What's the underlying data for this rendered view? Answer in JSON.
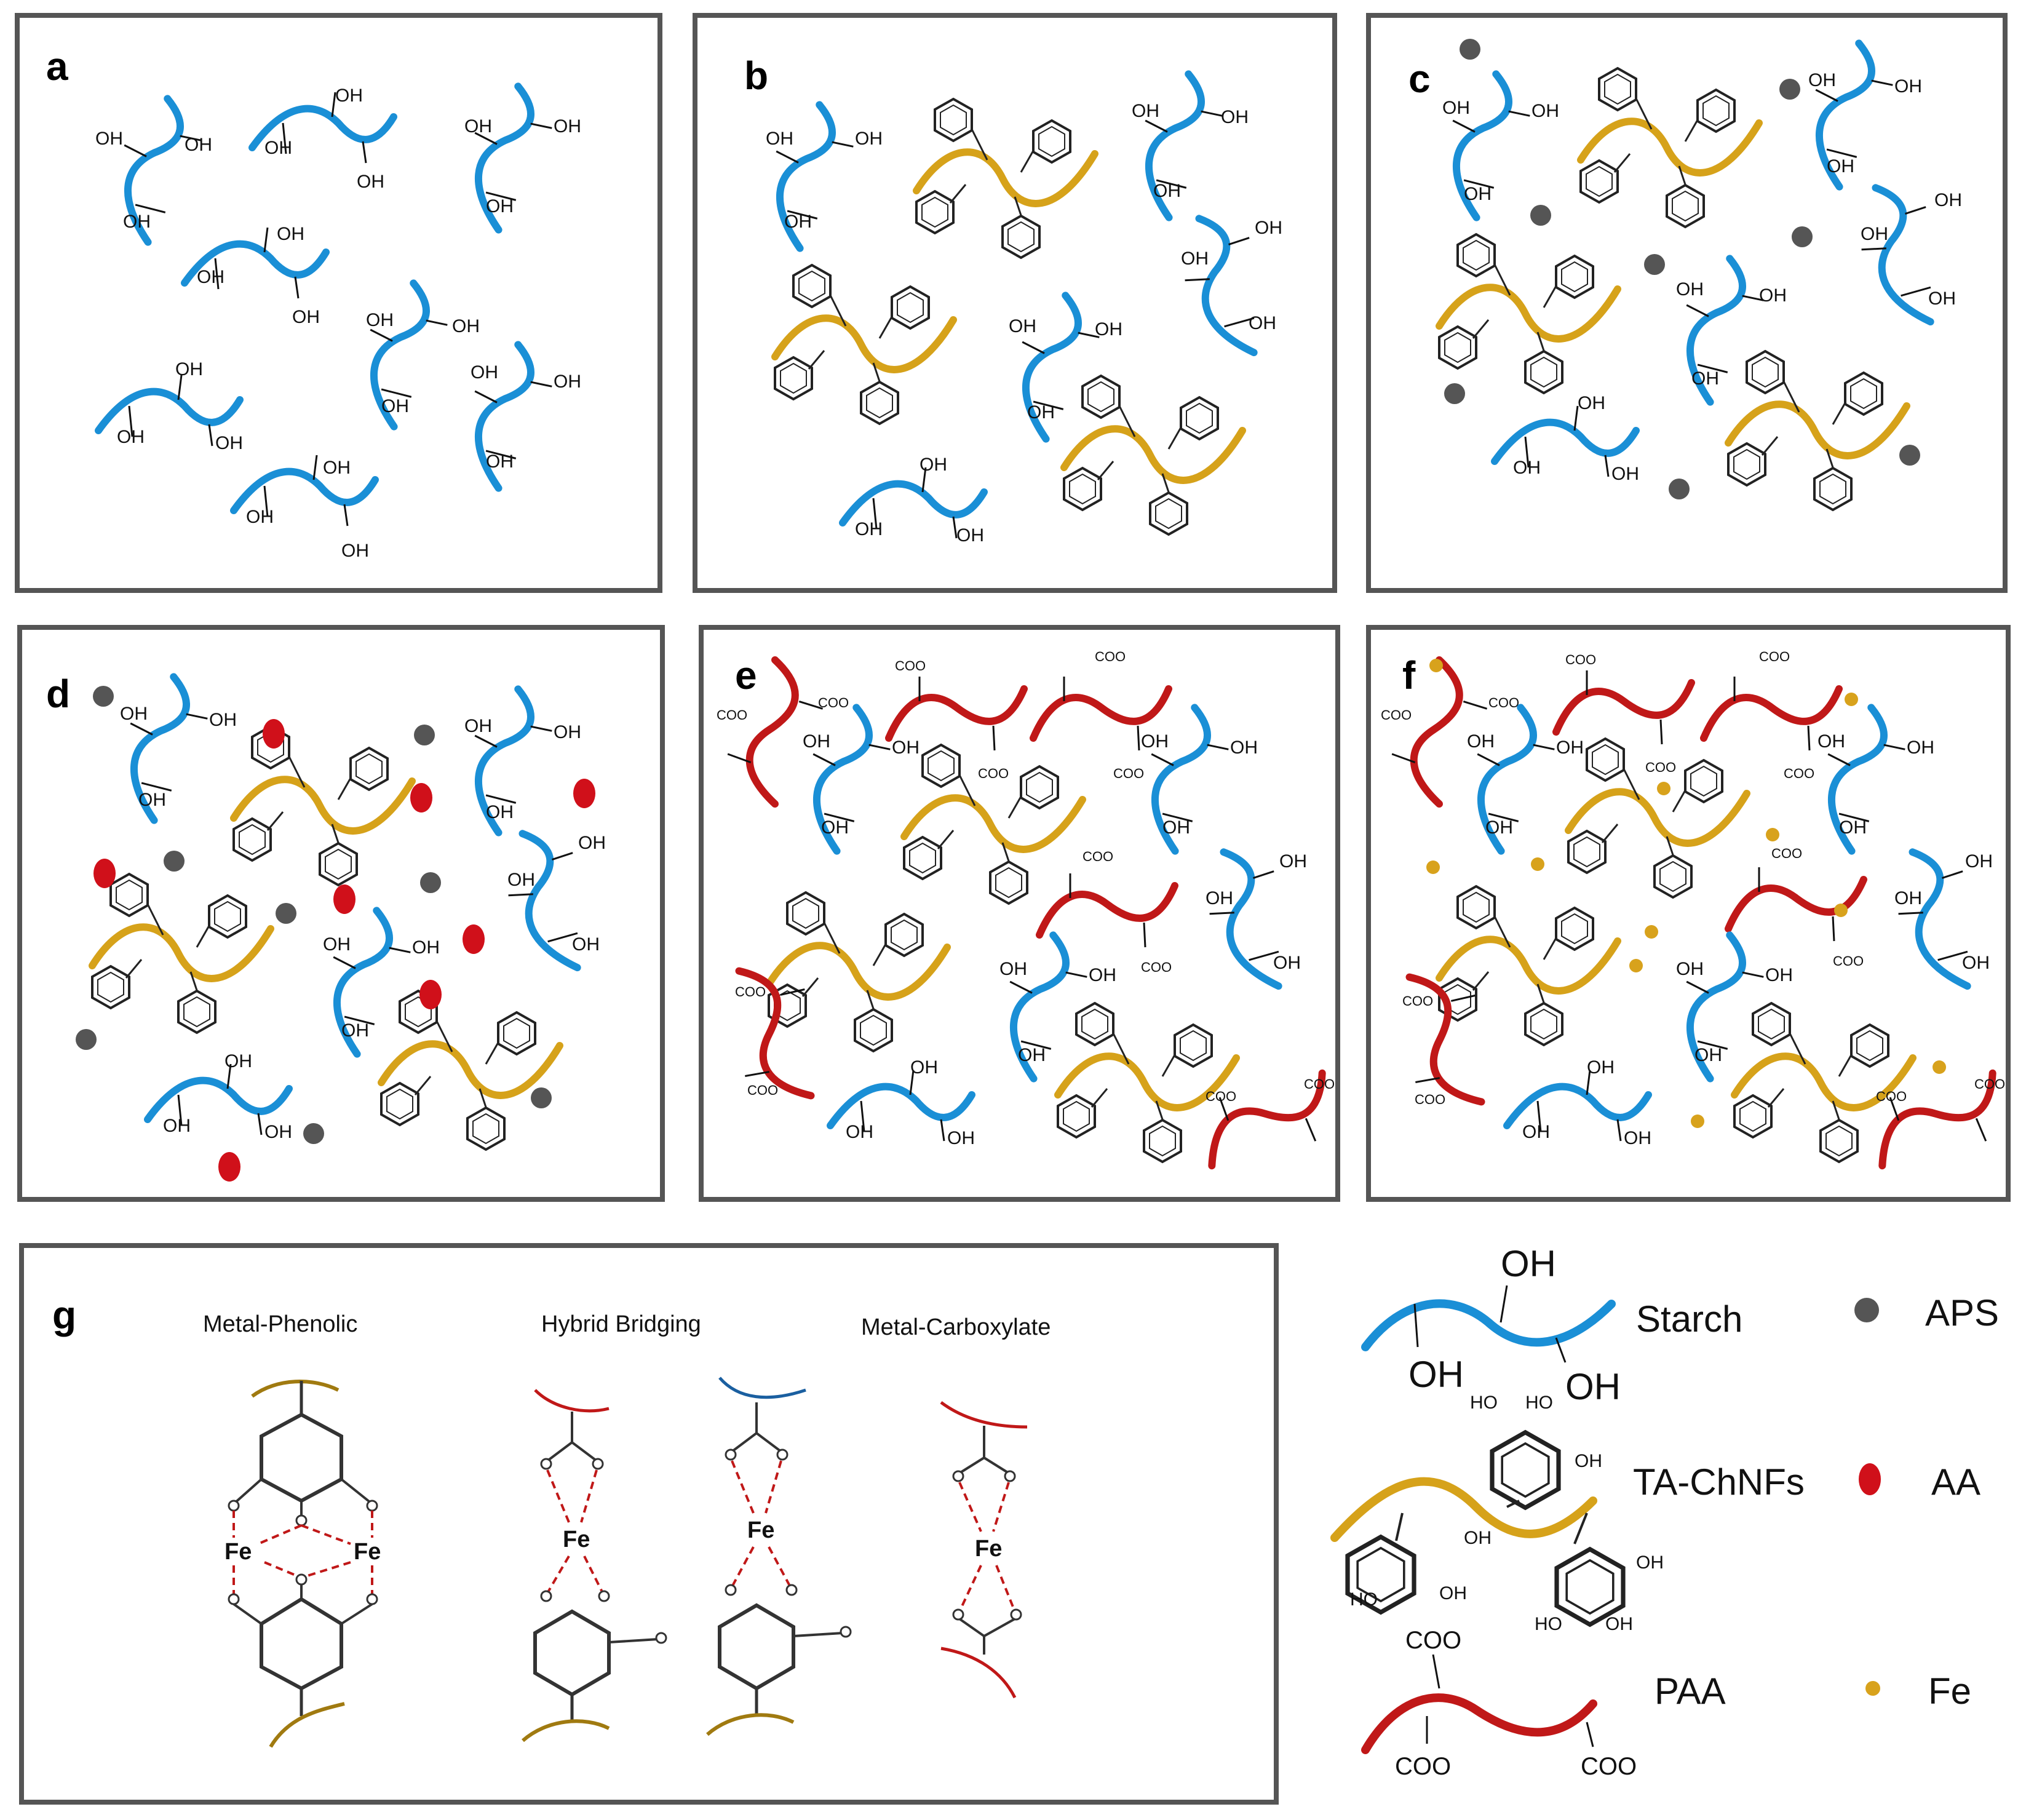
{
  "panels": {
    "a": {
      "label": "a"
    },
    "b": {
      "label": "b"
    },
    "c": {
      "label": "c"
    },
    "d": {
      "label": "d"
    },
    "e": {
      "label": "e"
    },
    "f": {
      "label": "f"
    },
    "g": {
      "label": "g"
    }
  },
  "groups": {
    "hydroxyl": "OH",
    "hydroxyl_left": "HO",
    "carboxylate": "COO",
    "carboxylate_charge": "-",
    "iron": "Fe"
  },
  "mechanisms": {
    "metal_phenolic": "Metal-Phenolic",
    "hybrid_bridging": "Hybrid Bridging",
    "metal_carboxylate": "Metal-Carboxylate"
  },
  "legend": {
    "starch": "Starch",
    "ta_chnfs": "TA-ChNFs",
    "paa": "PAA",
    "aps": "APS",
    "aa": "AA",
    "fe": "Fe"
  },
  "colors": {
    "starch": "#1a8fd6",
    "ta_chnfs": "#d6a21a",
    "paa": "#c01818",
    "aps": "#555555",
    "aa": "#d0101a",
    "fe": "#d8a21c",
    "frame": "#555555"
  }
}
